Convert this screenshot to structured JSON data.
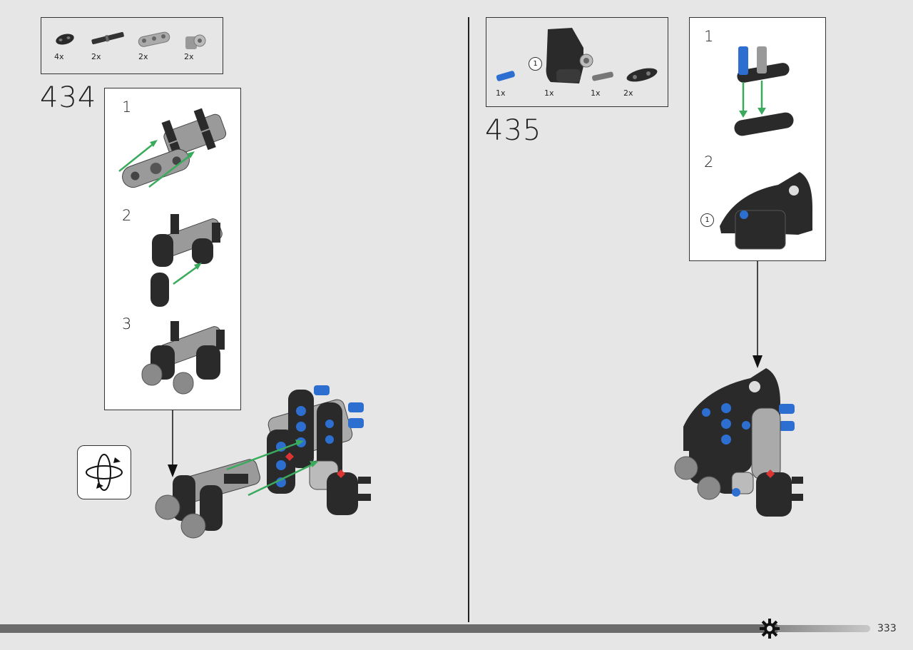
{
  "step_434": {
    "number": "434",
    "parts": [
      {
        "qty": "4x",
        "icon": "dark-liftarm-2-icon"
      },
      {
        "qty": "2x",
        "icon": "axle-pin-icon"
      },
      {
        "qty": "2x",
        "icon": "gray-liftarm-3-icon"
      },
      {
        "qty": "2x",
        "icon": "axle-connector-icon"
      }
    ],
    "substeps": [
      "1",
      "2",
      "3"
    ],
    "rotate_icon": "rotate-model-icon"
  },
  "step_435": {
    "number": "435",
    "parts": [
      {
        "qty": "1x",
        "icon": "blue-pin-icon"
      },
      {
        "qty": "1x",
        "icon": "black-panel-icon"
      },
      {
        "qty": "1x",
        "icon": "gray-pin-icon"
      },
      {
        "qty": "2x",
        "icon": "dark-liftarm-2-icon"
      }
    ],
    "callout": "1",
    "substeps": [
      "1",
      "2"
    ],
    "substep_callout": "1"
  },
  "footer": {
    "page_number": "333",
    "logo": "gear-emblem-icon"
  },
  "colors": {
    "background": "#e6e6e6",
    "arrow_green": "#3aaa5c",
    "lego_blue": "#2c6fd1",
    "lego_dark": "#2a2a2a",
    "lego_gray": "#9a9a9a",
    "lego_red": "#d33"
  }
}
